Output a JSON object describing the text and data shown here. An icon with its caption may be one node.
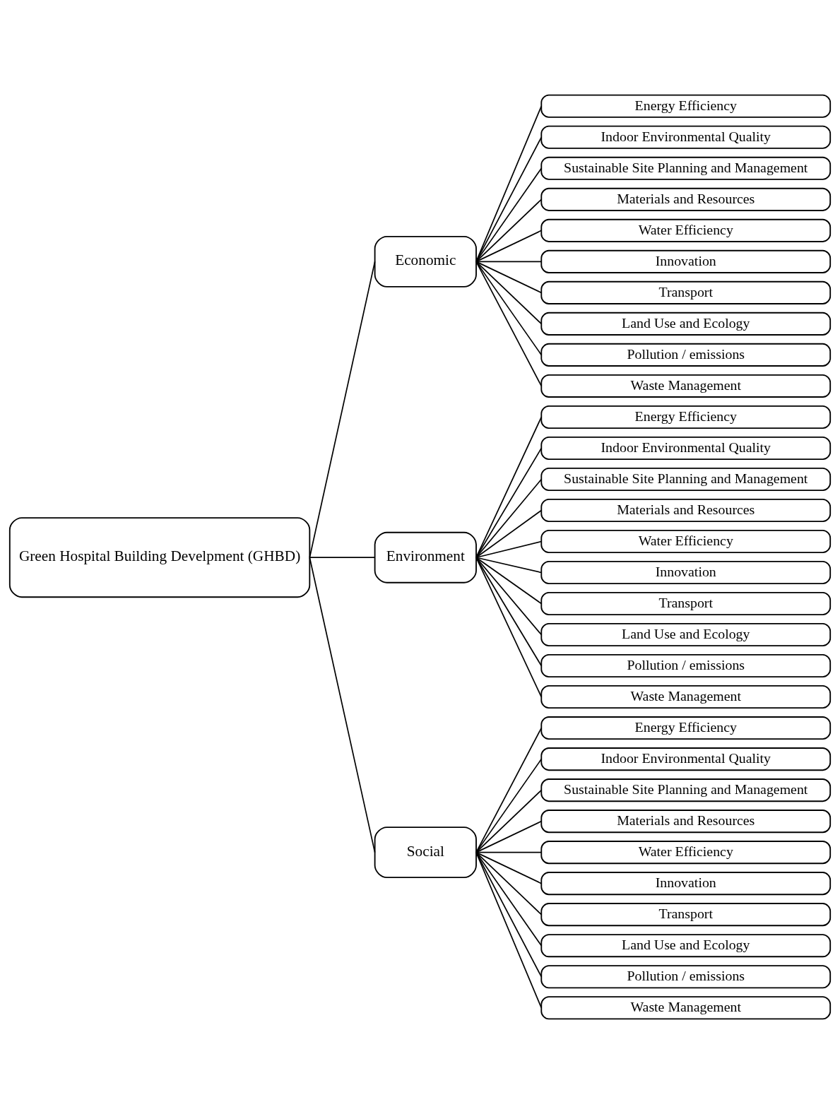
{
  "diagram": {
    "nodes": [
      {
        "text": [
          "Green Hospital Building Develpment (GHBD)"
        ]
      },
      {
        "text": [
          "Economic"
        ]
      },
      {
        "text": [
          "Energy Efficiency"
        ]
      },
      {
        "text": [
          "Indoor Environmental Quality"
        ]
      },
      {
        "text": [
          "Sustainable Site Planning and Management"
        ]
      },
      {
        "text": [
          "Materials and Resources"
        ]
      },
      {
        "text": [
          "Water Efficiency"
        ]
      },
      {
        "text": [
          "Innovation"
        ]
      },
      {
        "text": [
          "Transport"
        ]
      },
      {
        "text": [
          "Land Use and Ecology"
        ]
      },
      {
        "text": [
          "Pollution / emissions"
        ]
      },
      {
        "text": [
          "Waste Management"
        ]
      },
      {
        "text": [
          "Environment"
        ]
      },
      {
        "text": [
          "Energy Efficiency"
        ]
      },
      {
        "text": [
          "Indoor Environmental Quality"
        ]
      },
      {
        "text": [
          "Sustainable Site Planning and Management"
        ]
      },
      {
        "text": [
          "Materials and Resources"
        ]
      },
      {
        "text": [
          "Water Efficiency"
        ]
      },
      {
        "text": [
          "Innovation"
        ]
      },
      {
        "text": [
          "Transport"
        ]
      },
      {
        "text": [
          "Land Use and Ecology"
        ]
      },
      {
        "text": [
          "Pollution / emissions"
        ]
      },
      {
        "text": [
          "Waste Management"
        ]
      },
      {
        "text": [
          "Social"
        ]
      },
      {
        "text": [
          "Energy Efficiency"
        ]
      },
      {
        "text": [
          "Indoor Environmental Quality"
        ]
      },
      {
        "text": [
          "Sustainable Site Planning and Management"
        ]
      },
      {
        "text": [
          "Materials and Resources"
        ]
      },
      {
        "text": [
          "Water Efficiency"
        ]
      },
      {
        "text": [
          "Innovation"
        ]
      },
      {
        "text": [
          "Transport"
        ]
      },
      {
        "text": [
          "Land Use and Ecology"
        ]
      },
      {
        "text": [
          "Pollution / emissions"
        ]
      },
      {
        "text": [
          "Waste Management"
        ]
      }
    ],
    "edges": [
      {
        "from": 0,
        "to": 1,
        "arrow": "none"
      },
      {
        "from": 0,
        "to": 12,
        "arrow": "none"
      },
      {
        "from": 0,
        "to": 23,
        "arrow": "none"
      },
      {
        "from": 1,
        "to": 2,
        "arrow": "none"
      },
      {
        "from": 1,
        "to": 3,
        "arrow": "none"
      },
      {
        "from": 1,
        "to": 4,
        "arrow": "none"
      },
      {
        "from": 1,
        "to": 5,
        "arrow": "none"
      },
      {
        "from": 1,
        "to": 6,
        "arrow": "none"
      },
      {
        "from": 1,
        "to": 7,
        "arrow": "none"
      },
      {
        "from": 1,
        "to": 8,
        "arrow": "none"
      },
      {
        "from": 1,
        "to": 9,
        "arrow": "none"
      },
      {
        "from": 1,
        "to": 10,
        "arrow": "none"
      },
      {
        "from": 1,
        "to": 11,
        "arrow": "none"
      },
      {
        "from": 12,
        "to": 13,
        "arrow": "none"
      },
      {
        "from": 12,
        "to": 14,
        "arrow": "none"
      },
      {
        "from": 12,
        "to": 15,
        "arrow": "none"
      },
      {
        "from": 12,
        "to": 16,
        "arrow": "none"
      },
      {
        "from": 12,
        "to": 17,
        "arrow": "none"
      },
      {
        "from": 12,
        "to": 18,
        "arrow": "none"
      },
      {
        "from": 12,
        "to": 19,
        "arrow": "none"
      },
      {
        "from": 12,
        "to": 20,
        "arrow": "none"
      },
      {
        "from": 12,
        "to": 21,
        "arrow": "none"
      },
      {
        "from": 12,
        "to": 22,
        "arrow": "none"
      },
      {
        "from": 23,
        "to": 24,
        "arrow": "none"
      },
      {
        "from": 23,
        "to": 25,
        "arrow": "none"
      },
      {
        "from": 23,
        "to": 26,
        "arrow": "none"
      },
      {
        "from": 23,
        "to": 27,
        "arrow": "none"
      },
      {
        "from": 23,
        "to": 28,
        "arrow": "none"
      },
      {
        "from": 23,
        "to": 29,
        "arrow": "none"
      },
      {
        "from": 23,
        "to": 30,
        "arrow": "none"
      },
      {
        "from": 23,
        "to": 31,
        "arrow": "none"
      },
      {
        "from": 23,
        "to": 32,
        "arrow": "none"
      },
      {
        "from": 23,
        "to": 33,
        "arrow": "none"
      }
    ]
  }
}
